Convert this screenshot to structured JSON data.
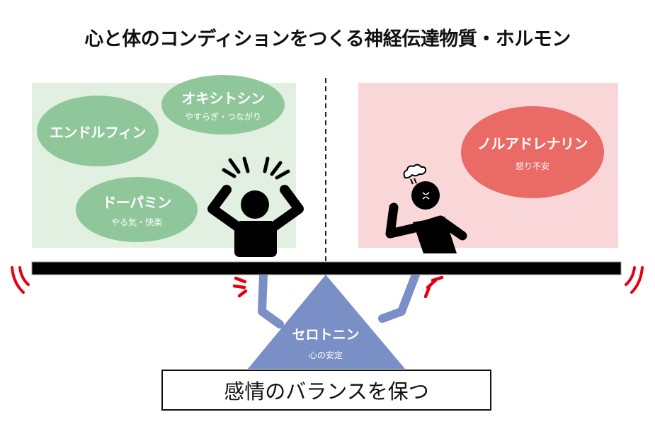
{
  "title": "心と体のコンディションをつくる神経伝達物質・ホルモン",
  "colors": {
    "green_panel": "#e2f0e2",
    "green_ellipse": "#8fc79a",
    "pink_panel": "#f9d6d7",
    "red_ellipse": "#ea6b66",
    "serotonin_blue": "#7b8fc7",
    "beam": "#000000",
    "motion_red": "#e60012"
  },
  "left_panel": {
    "ellipses": [
      {
        "name": "オキシトシン",
        "sub": "やすらぎ・つながり"
      },
      {
        "name": "エンドルフィン",
        "sub": ""
      },
      {
        "name": "ドーパミン",
        "sub": "やる気・快楽"
      }
    ],
    "figure": "excited-person-icon"
  },
  "right_panel": {
    "ellipses": [
      {
        "name": "ノルアドレナリン",
        "sub": "怒り不安"
      }
    ],
    "figure": "angry-person-icon"
  },
  "fulcrum": {
    "name": "セロトニン",
    "sub": "心の安定"
  },
  "balance_box": {
    "label": "感情のバランスを保つ"
  }
}
